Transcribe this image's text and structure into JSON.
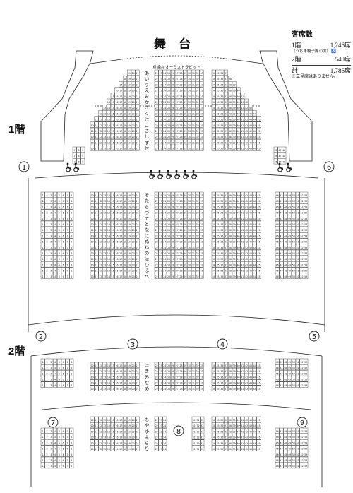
{
  "stage_label": "舞台",
  "braille_block_label": "点線内 オーラストラピット",
  "floor_labels": {
    "first": "1階",
    "second": "2階"
  },
  "legend": {
    "title": "客席数",
    "floor1_label": "1階",
    "floor1_value": "1,246席",
    "floor1_note": "（うち車椅子席10席）",
    "floor2_label": "2階",
    "floor2_value": "540席",
    "total_label": "計",
    "total_value": "1,786席",
    "footnote": "※立見席はありません。"
  },
  "doors": [
    {
      "num": "1"
    },
    {
      "num": "6"
    },
    {
      "num": "2"
    },
    {
      "num": "3"
    },
    {
      "num": "4"
    },
    {
      "num": "5"
    },
    {
      "num": "7"
    },
    {
      "num": "8"
    },
    {
      "num": "9"
    }
  ],
  "floor1_front_rows": [
    "あ",
    "い",
    "う",
    "え",
    "お",
    "か",
    "き",
    "く",
    "け",
    "こ",
    "さ",
    "し",
    "す",
    "せ"
  ],
  "floor1_rear_rows": [
    "そ",
    "た",
    "ち",
    "つ",
    "て",
    "と",
    "な",
    "に",
    "ぬ",
    "ね",
    "の",
    "は",
    "ひ",
    "ふ",
    "へ"
  ],
  "floor2_front_rows": [
    "ほ",
    "ま",
    "み",
    "む",
    "め"
  ],
  "floor2_rear_rows": [
    "も",
    "や",
    "ゆ",
    "よ",
    "ら",
    "り"
  ],
  "center_seats": {
    "left_block": [
      "10",
      "11",
      "12",
      "13",
      "14",
      "15",
      "16",
      "17",
      "18",
      "19",
      "20",
      "21"
    ],
    "middle_block": [
      "22",
      "23",
      "24",
      "25",
      "26",
      "27",
      "28",
      "29",
      "30",
      "31",
      "32",
      "33"
    ],
    "right_block": [
      "34",
      "35",
      "36",
      "37",
      "38",
      "39",
      "40",
      "41",
      "42",
      "43",
      "44",
      "45"
    ]
  },
  "side_seats": {
    "left": [
      "1",
      "2",
      "3",
      "4",
      "5",
      "6",
      "7",
      "8"
    ],
    "right": [
      "46",
      "47",
      "48",
      "49",
      "50",
      "51",
      "52",
      "53"
    ],
    "box_left": [
      "7",
      "8",
      "9"
    ],
    "box_right": [
      "46",
      "47",
      "48"
    ]
  },
  "icons": {
    "wheelchair": "wheelchair-icon"
  }
}
